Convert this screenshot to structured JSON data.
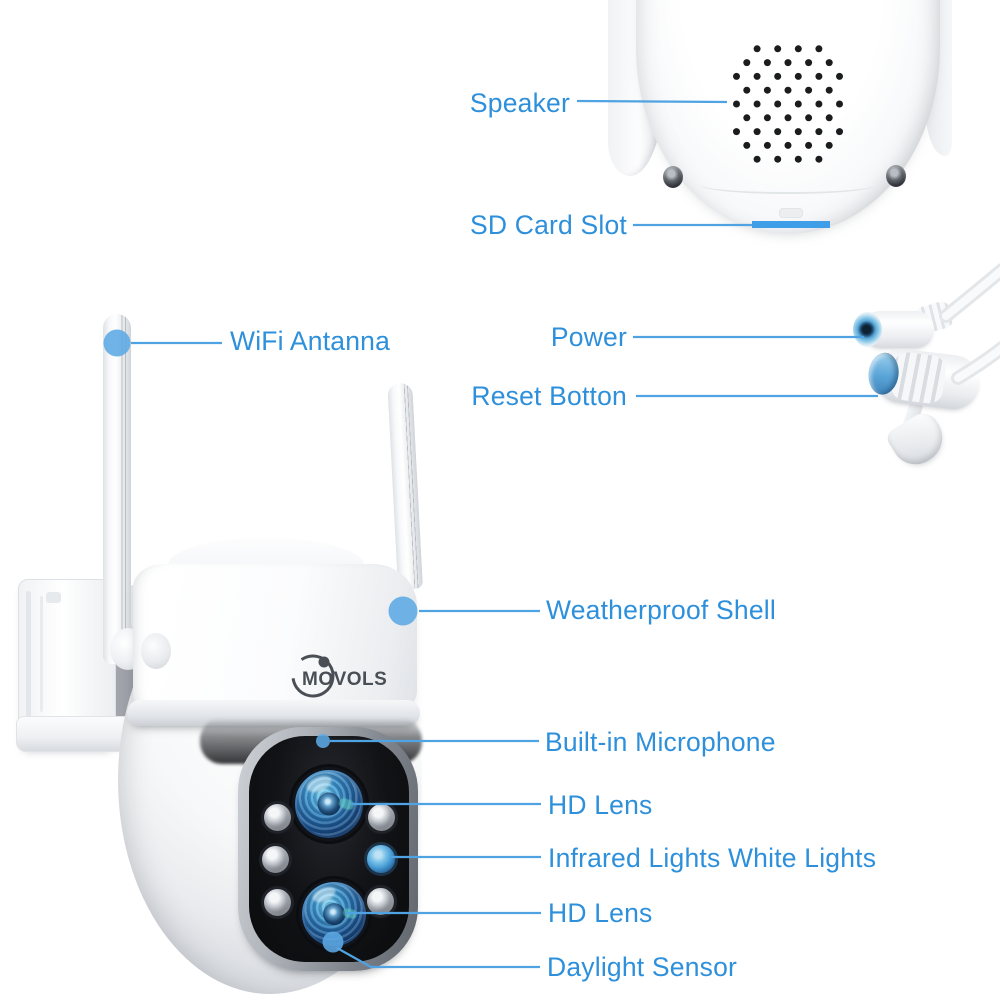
{
  "colors": {
    "label": "#2E90DB",
    "line": "#4FA3E2",
    "marker": "#5CA9E4",
    "sd_highlight": "#3F9EE8",
    "logo": "#4A4F55"
  },
  "brand": {
    "logo_text": "MOVOLS"
  },
  "labels": {
    "speaker": "Speaker",
    "sd_card_slot": "SD Card Slot",
    "power": "Power",
    "reset_button": "Reset Botton",
    "wifi_antenna": "WiFi Antanna",
    "weatherproof_shell": "Weatherproof Shell",
    "built_in_microphone": "Built-in Microphone",
    "hd_lens_top": "HD Lens",
    "infrared_white_lights": "Infrared Lights White Lights",
    "hd_lens_bottom": "HD Lens",
    "daylight_sensor": "Daylight Sensor"
  }
}
